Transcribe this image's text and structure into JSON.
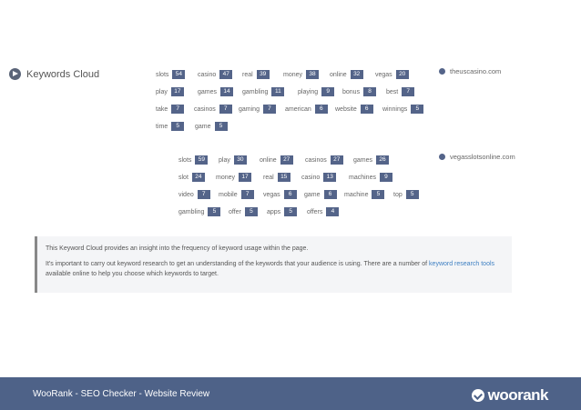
{
  "section": {
    "title": "Keywords Cloud"
  },
  "clouds": [
    {
      "domain": "theuscasino.com",
      "keywords": [
        {
          "word": "slots",
          "count": "54"
        },
        {
          "word": "casino",
          "count": "47"
        },
        {
          "word": "real",
          "count": "39"
        },
        {
          "word": "money",
          "count": "38"
        },
        {
          "word": "online",
          "count": "32"
        },
        {
          "word": "vegas",
          "count": "20"
        },
        {
          "word": "play",
          "count": "17"
        },
        {
          "word": "games",
          "count": "14"
        },
        {
          "word": "gambling",
          "count": "11"
        },
        {
          "word": "playing",
          "count": "9"
        },
        {
          "word": "bonus",
          "count": "8"
        },
        {
          "word": "best",
          "count": "7"
        },
        {
          "word": "take",
          "count": "7"
        },
        {
          "word": "casinos",
          "count": "7"
        },
        {
          "word": "gaming",
          "count": "7"
        },
        {
          "word": "american",
          "count": "6"
        },
        {
          "word": "website",
          "count": "6"
        },
        {
          "word": "winnings",
          "count": "5"
        },
        {
          "word": "time",
          "count": "5"
        },
        {
          "word": "game",
          "count": "5"
        }
      ]
    },
    {
      "domain": "vegasslotsonline.com",
      "keywords": [
        {
          "word": "slots",
          "count": "59"
        },
        {
          "word": "play",
          "count": "30"
        },
        {
          "word": "online",
          "count": "27"
        },
        {
          "word": "casinos",
          "count": "27"
        },
        {
          "word": "games",
          "count": "26"
        },
        {
          "word": "slot",
          "count": "24"
        },
        {
          "word": "money",
          "count": "17"
        },
        {
          "word": "real",
          "count": "15"
        },
        {
          "word": "casino",
          "count": "13"
        },
        {
          "word": "machines",
          "count": "9"
        },
        {
          "word": "video",
          "count": "7"
        },
        {
          "word": "mobile",
          "count": "7"
        },
        {
          "word": "vegas",
          "count": "6"
        },
        {
          "word": "game",
          "count": "6"
        },
        {
          "word": "machine",
          "count": "5"
        },
        {
          "word": "top",
          "count": "5"
        },
        {
          "word": "gambling",
          "count": "5"
        },
        {
          "word": "offer",
          "count": "5"
        },
        {
          "word": "apps",
          "count": "5"
        },
        {
          "word": "offers",
          "count": "4"
        }
      ]
    }
  ],
  "info": {
    "line1": "This Keyword Cloud provides an insight into the frequency of keyword usage within the page.",
    "line2_before": "It's important to carry out keyword research to get an understanding of the keywords that your audience is using. There are a number of ",
    "link": "keyword research tools",
    "line2_after": " available online to help you choose which keywords to target."
  },
  "footer": {
    "title": "WooRank - SEO Checker - Website Review",
    "logo": "woorank"
  }
}
